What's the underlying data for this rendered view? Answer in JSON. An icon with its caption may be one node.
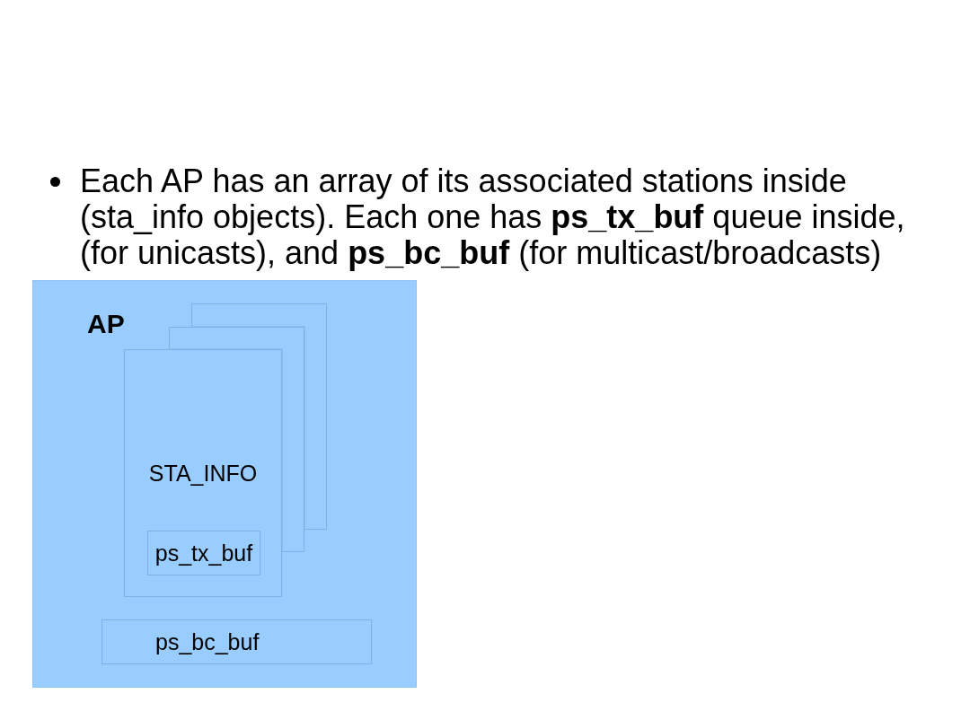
{
  "diagram": {
    "nodes": [
      {
        "text": [
          "AP"
        ]
      },
      {
        "text": [],
        "shape": "box",
        "in": 0
      },
      {
        "text": [],
        "shape": "box",
        "in": 0
      },
      {
        "text": [
          "STA_INFO"
        ],
        "in": 0
      },
      {
        "text": [
          "ps_tx_buf"
        ],
        "in": 3
      },
      {
        "text": [
          "ps_bc_buf"
        ],
        "in": 0
      }
    ],
    "edges": [],
    "labels": [
      "Each AP has an array of its associated stations inside (sta_info objects). Each one has **ps_tx_buf** queue inside, (for unicasts), and **ps_bc_buf** (for multicast/broadcasts)"
    ]
  }
}
